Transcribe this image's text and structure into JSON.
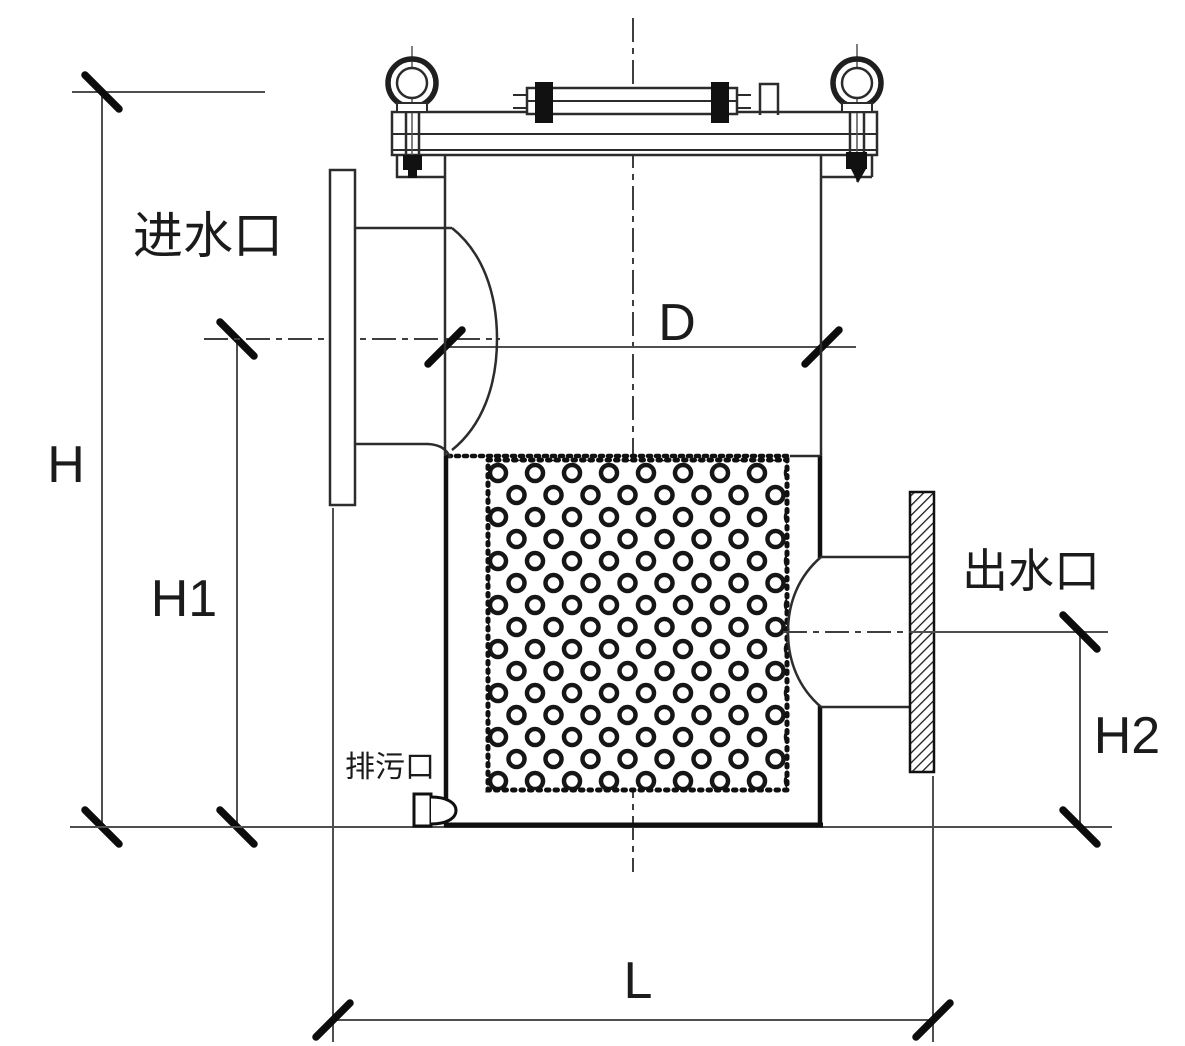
{
  "drawing": {
    "title": "basket-strainer-dimension-drawing",
    "ports": {
      "inlet_label": "进水口",
      "outlet_label": "出水口",
      "drain_label": "排污口"
    },
    "dims": {
      "h": "H",
      "h1": "H1",
      "h2": "H2",
      "d": "D",
      "l": "L"
    },
    "colors": {
      "background": "#ffffff",
      "line_thin": "#4f4f4f",
      "line_medium": "#2c2c2c",
      "line_thick": "#101010",
      "text": "#1b1b1b"
    }
  }
}
